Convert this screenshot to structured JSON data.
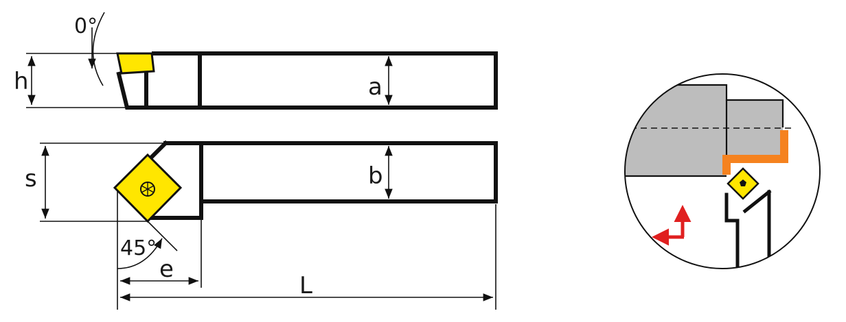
{
  "labels": {
    "h": "h",
    "a": "a",
    "s": "s",
    "b": "b",
    "e": "e",
    "L": "L",
    "rake_angle": "0°",
    "lead_angle": "45°"
  },
  "colors": {
    "insert": "#ffe600",
    "workpiece": "#bdbdbd",
    "toolpath": "#f5821f",
    "feed_arrow": "#e02020",
    "line": "#111111"
  },
  "icons": {
    "insert_center": "screw-hole-icon",
    "feed_direction": "feed-arrow-icon"
  }
}
